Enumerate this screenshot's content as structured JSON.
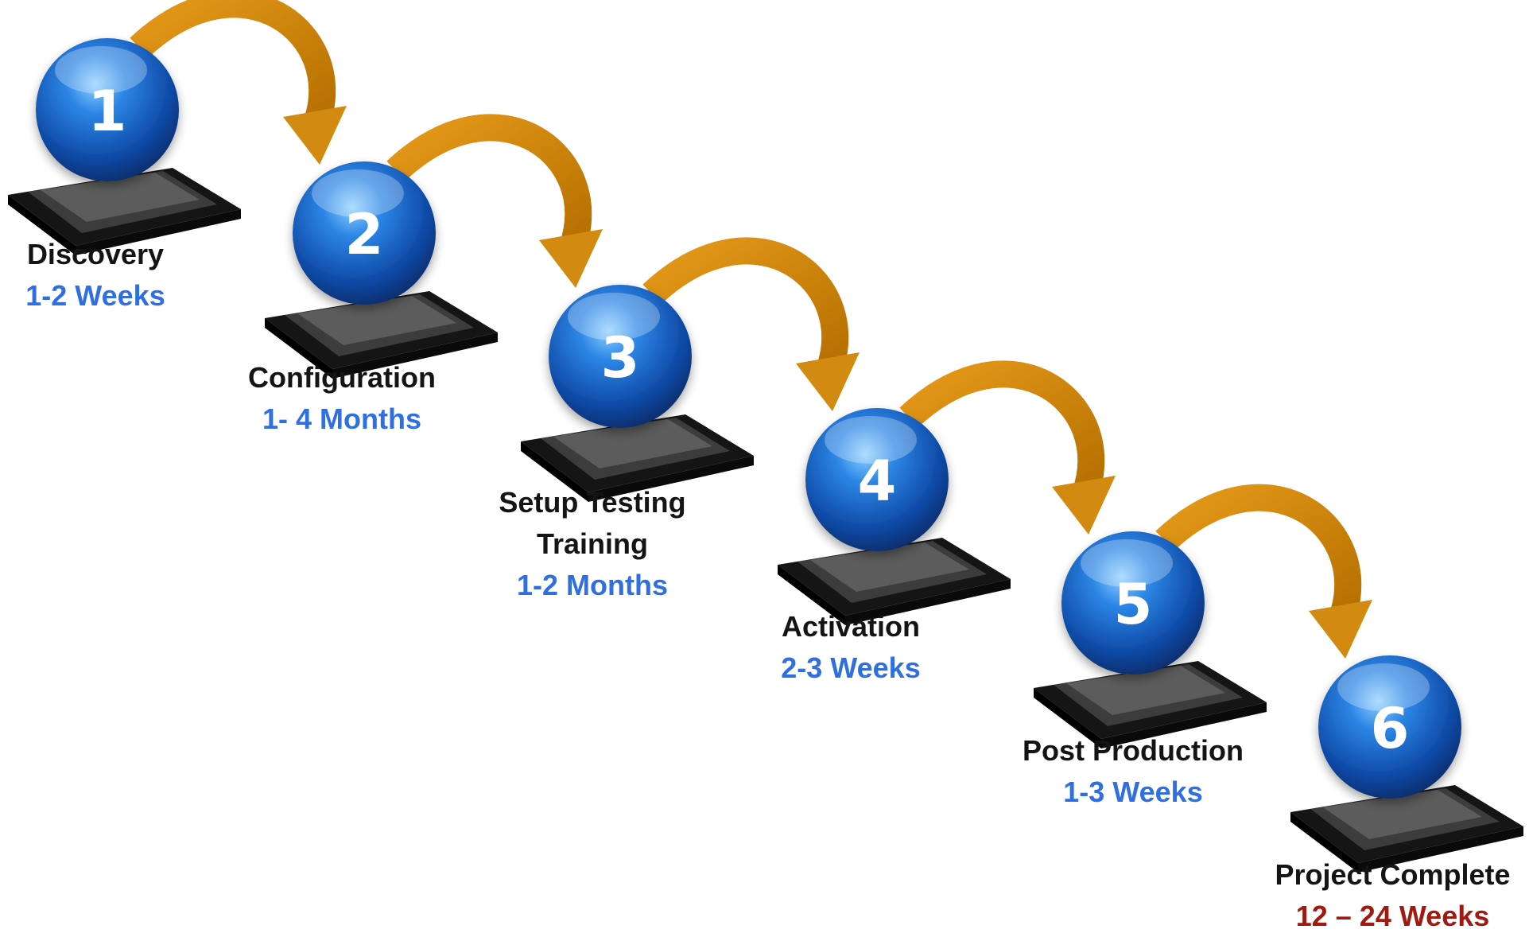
{
  "steps": [
    {
      "number": "1",
      "name": "Discovery",
      "duration": "1-2 Weeks"
    },
    {
      "number": "2",
      "name": "Configuration",
      "duration": "1- 4 Months"
    },
    {
      "number": "3",
      "name_lines": [
        "Setup Testing",
        "Training"
      ],
      "duration": "1-2 Months"
    },
    {
      "number": "4",
      "name": "Activation",
      "duration": "2-3 Weeks"
    },
    {
      "number": "5",
      "name": "Post Production",
      "duration": "1-3 Weeks"
    },
    {
      "number": "6",
      "name": "Project Complete",
      "duration": "12 – 24 Weeks"
    }
  ],
  "colors": {
    "sphere": "#1d6fcf",
    "sphere_dark": "#0a2f73",
    "arrow": "#d38a10",
    "pedestal_top": "#5c5c5c",
    "pedestal_base": "#151515",
    "name_text": "#141414",
    "duration_text": "#2f6fe0",
    "total_text": "#a01a12"
  }
}
